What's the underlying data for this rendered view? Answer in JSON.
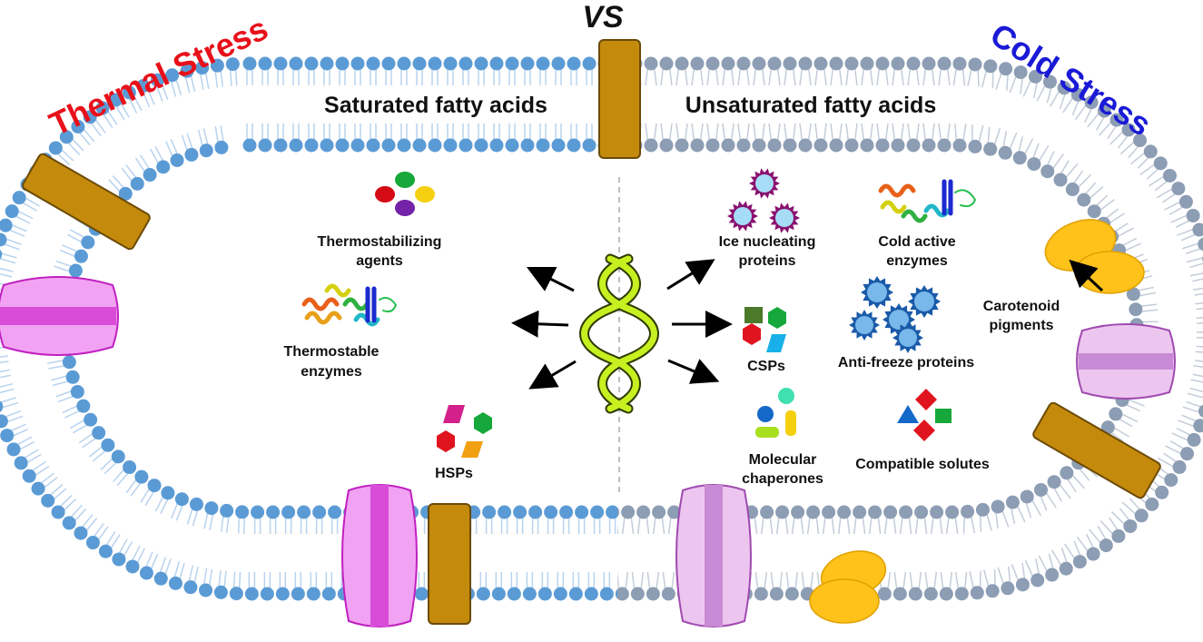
{
  "titles": {
    "thermal": "Thermal Stress",
    "versus": "VS",
    "cold": "Cold Stress"
  },
  "membrane": {
    "left_label": "Saturated fatty acids",
    "right_label": "Unsaturated  fatty acids",
    "left_color": "#5b9bd5",
    "right_color": "#8c9db4"
  },
  "labels": {
    "thermostabilizing_1": "Thermostabilizing",
    "thermostabilizing_2": "agents",
    "thermostable_1": "Thermostable",
    "thermostable_2": "enzymes",
    "hsps": "HSPs",
    "ice_1": "Ice nucleating",
    "ice_2": "proteins",
    "cold_active_1": "Cold active",
    "cold_active_2": "enzymes",
    "carotenoid_1": "Carotenoid",
    "carotenoid_2": "pigments",
    "csps": "CSPs",
    "antifreeze": "Anti-freeze proteins",
    "chaperones_1": "Molecular",
    "chaperones_2": "chaperones",
    "compatible": "Compatible solutes"
  },
  "colors": {
    "thermal_title": "#e8101a",
    "cold_title": "#1a1ad6",
    "channel_protein": "#c48a0c",
    "pink_protein_hot": "#f07cf0",
    "pink_protein_cold": "#dba6e2",
    "carotenoid": "#ffc21a",
    "dna": "#c6f020"
  }
}
